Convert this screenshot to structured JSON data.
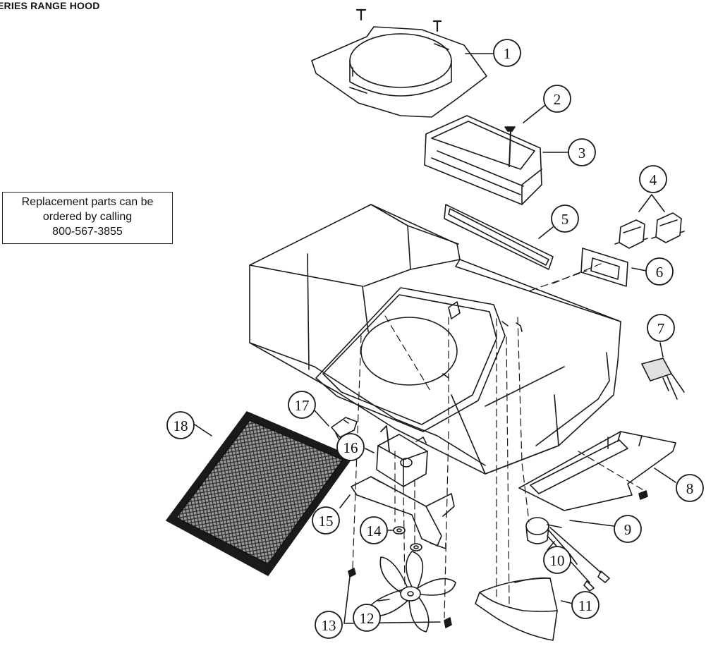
{
  "page": {
    "title": "ERIES RANGE HOOD"
  },
  "info_box": {
    "line1": "Replacement parts can be",
    "line2": "ordered by calling",
    "line3": "800-567-3855"
  },
  "callouts": [
    "1",
    "2",
    "3",
    "4",
    "5",
    "6",
    "7",
    "8",
    "9",
    "10",
    "11",
    "12",
    "13",
    "14",
    "15",
    "16",
    "17",
    "18"
  ],
  "colors": {
    "ink": "#1a1a1a",
    "paper": "#ffffff",
    "filter_mesh": "#3a3a3a"
  }
}
